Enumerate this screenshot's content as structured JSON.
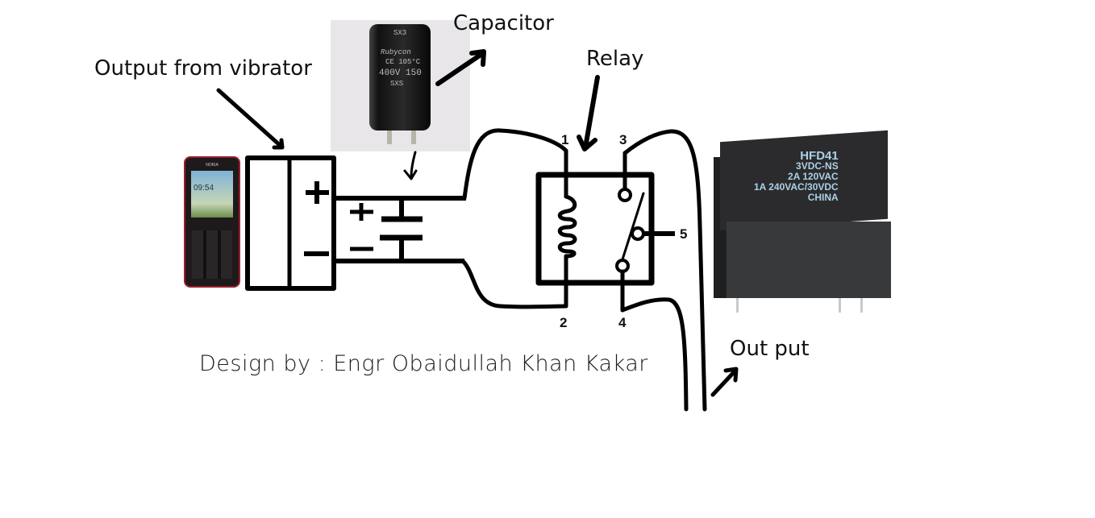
{
  "labels": {
    "vibrator_output": "Output from vibrator",
    "capacitor": "Capacitor",
    "relay": "Relay",
    "output": "Out put",
    "credit": "Design by : Engr Obaidullah Khan Kakar"
  },
  "terminals": {
    "plus": "+",
    "minus": "−"
  },
  "relay_pins": [
    "1",
    "2",
    "3",
    "4",
    "5"
  ],
  "phone": {
    "brand": "NOKIA",
    "time": "09:54"
  },
  "capacitor_markings": [
    "SX3",
    "Rubycon",
    "CE 105°C",
    "400V 150",
    "SXS"
  ],
  "relay_markings": [
    "HFD41",
    "3VDC-NS",
    "2A 120VAC",
    "1A 240VAC/30VDC",
    "CHINA"
  ],
  "colors": {
    "ink": "#000000",
    "background": "#ffffff",
    "relay_print": "#aad1e6"
  }
}
